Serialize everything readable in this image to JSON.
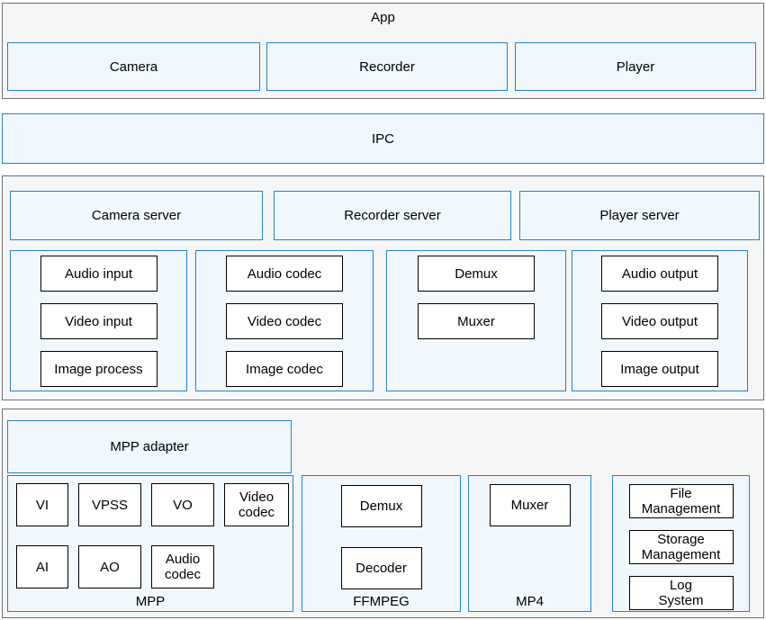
{
  "colors": {
    "container_border": "#6f6f6f",
    "container_bg": "#f5f6f7",
    "accent_border": "#2583c5",
    "accent_bg": "#f0f8fd",
    "module_border": "#000000",
    "module_bg": "#ffffff",
    "text": "#000000"
  },
  "app_layer": {
    "title": "App",
    "modules": [
      {
        "label": "Camera"
      },
      {
        "label": "Recorder"
      },
      {
        "label": "Player"
      }
    ]
  },
  "ipc": {
    "label": "IPC"
  },
  "server_layer": {
    "servers": [
      {
        "label": "Camera server"
      },
      {
        "label": "Recorder server"
      },
      {
        "label": "Player server"
      }
    ],
    "panels": [
      {
        "modules": [
          "Audio input",
          "Video input",
          "Image process"
        ]
      },
      {
        "modules": [
          "Audio codec",
          "Video codec",
          "Image codec"
        ]
      },
      {
        "modules": [
          "Demux",
          "Muxer"
        ]
      },
      {
        "modules": [
          "Audio output",
          "Video output",
          "Image output"
        ]
      }
    ]
  },
  "platform_layer": {
    "adapter": {
      "label": "MPP adapter"
    },
    "mpp": {
      "label": "MPP",
      "row1": [
        "VI",
        "VPSS",
        "VO",
        "Video\ncodec"
      ],
      "row2": [
        "AI",
        "AO",
        "Audio\ncodec"
      ]
    },
    "ffmpeg": {
      "label": "FFMPEG",
      "modules": [
        "Demux",
        "Decoder"
      ]
    },
    "mp4": {
      "label": "MP4",
      "modules": [
        "Muxer"
      ]
    },
    "system": {
      "modules": [
        "File\nManagement",
        "Storage\nManagement",
        "Log\nSystem"
      ]
    }
  }
}
